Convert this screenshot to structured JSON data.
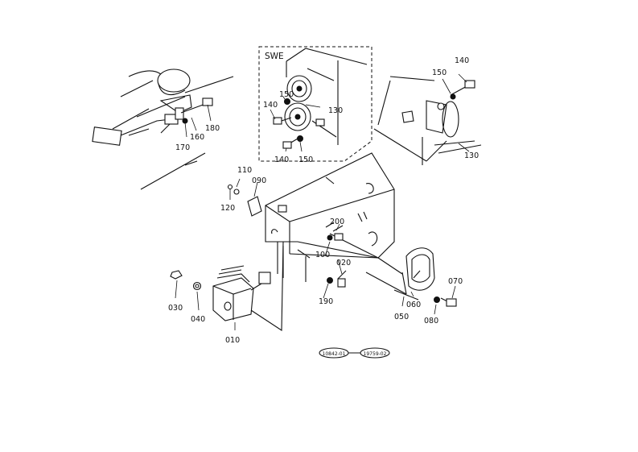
{
  "inset_label": "SWE",
  "part_labels": {
    "p010": "010",
    "p020": "020",
    "p030": "030",
    "p040": "040",
    "p050": "050",
    "p060": "060",
    "p070": "070",
    "p080": "080",
    "p090": "090",
    "p100": "100",
    "p110": "110",
    "p120": "120",
    "p130a": "130",
    "p130b": "130",
    "p140a": "140",
    "p140b": "140",
    "p140c": "140",
    "p150a": "150",
    "p150b": "150",
    "p150c": "150",
    "p160": "160",
    "p170": "170",
    "p180": "180",
    "p190": "190",
    "p200": "200"
  },
  "serial_range": {
    "from": "10842-01",
    "to": "19759-02"
  }
}
